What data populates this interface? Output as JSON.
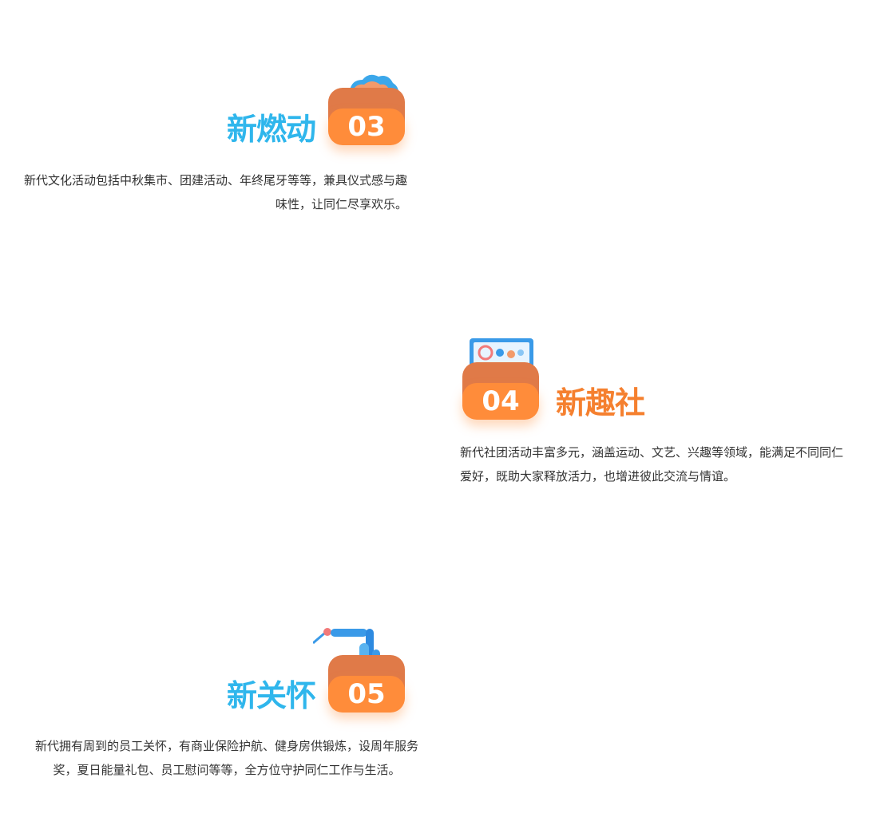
{
  "items": [
    {
      "number": "03",
      "title": "新燃动",
      "description": "新代文化活动包括中秋集市、团建活动、年终尾牙等等，兼具仪式感与趣味性，让同仁尽享欢乐。",
      "icon": "cloud-document-icon"
    },
    {
      "number": "04",
      "title": "新趣社",
      "description": "新代社团活动丰富多元，涵盖运动、文艺、兴趣等领域，能满足不同同仁爱好，既助大家释放活力，也增进彼此交流与情谊。",
      "icon": "dashboard-screen-icon"
    },
    {
      "number": "05",
      "title": "新关怀",
      "description": "新代拥有周到的员工关怀，有商业保险护航、健身房供锻炼，设周年服务奖，夏日能量礼包、员工慰问等等，全方位守护同仁工作与生活。",
      "icon": "robot-arm-icon"
    }
  ],
  "colors": {
    "title_blue": "#2fb6ec",
    "title_orange": "#f5802f",
    "badge_orange": "#ff8c3a",
    "badge_back": "#e07a48",
    "text": "#333333"
  }
}
